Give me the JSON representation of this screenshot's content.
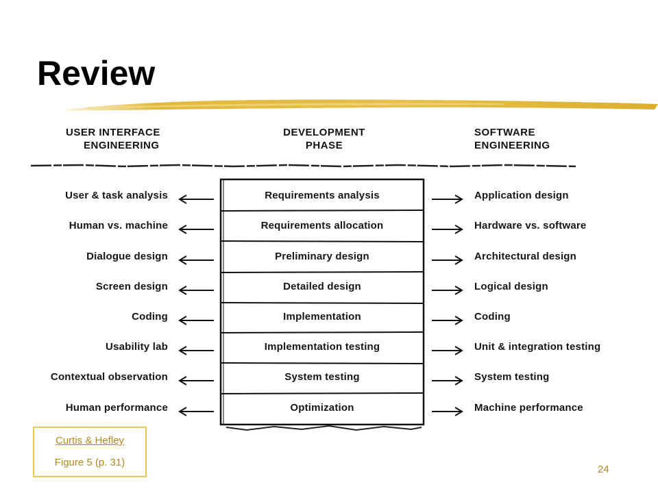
{
  "slide": {
    "title": "Review",
    "number": "24"
  },
  "headers": {
    "left": [
      "USER INTERFACE",
      "ENGINEERING"
    ],
    "center": [
      "DEVELOPMENT",
      "PHASE"
    ],
    "right": [
      "SOFTWARE",
      "ENGINEERING"
    ]
  },
  "rows": [
    {
      "left": "User & task analysis",
      "phase": "Requirements analysis",
      "right": "Application design"
    },
    {
      "left": "Human vs. machine",
      "phase": "Requirements allocation",
      "right": "Hardware vs. software"
    },
    {
      "left": "Dialogue design",
      "phase": "Preliminary design",
      "right": "Architectural design"
    },
    {
      "left": "Screen design",
      "phase": "Detailed design",
      "right": "Logical design"
    },
    {
      "left": "Coding",
      "phase": "Implementation",
      "right": "Coding"
    },
    {
      "left": "Usability lab",
      "phase": "Implementation testing",
      "right": "Unit & integration testing"
    },
    {
      "left": "Contextual observation",
      "phase": "System testing",
      "right": "System testing"
    },
    {
      "left": "Human performance",
      "phase": "Optimization",
      "right": "Machine performance"
    }
  ],
  "caption": {
    "source": "Curtis & Hefley",
    "figure": "Figure 5 (p. 31)"
  },
  "colors": {
    "accent": "#e8c85a",
    "caption_text": "#b08a1e",
    "title": "#000000"
  }
}
